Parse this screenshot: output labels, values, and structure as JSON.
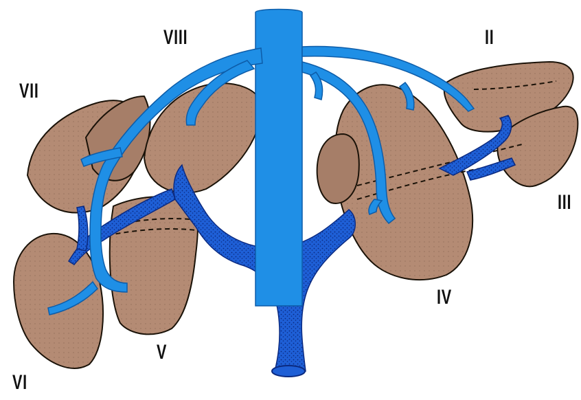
{
  "colors": {
    "segment_fill": "#b48b74",
    "segment_fill_dark": "#a67e68",
    "segment_outline": "#1a1208",
    "hepatic_vein": "#1f8fe6",
    "portal_vein": "#1e5fd6",
    "portal_stipple": "#0b2a80",
    "background": "#ffffff"
  },
  "labels": {
    "VIII": "VIII",
    "VII": "VII",
    "II": "II",
    "III": "III",
    "IV": "IV",
    "V": "V",
    "VI": "VI"
  },
  "icons": {
    "segment": "liver-segment-shape",
    "vein": "vessel-shape"
  }
}
